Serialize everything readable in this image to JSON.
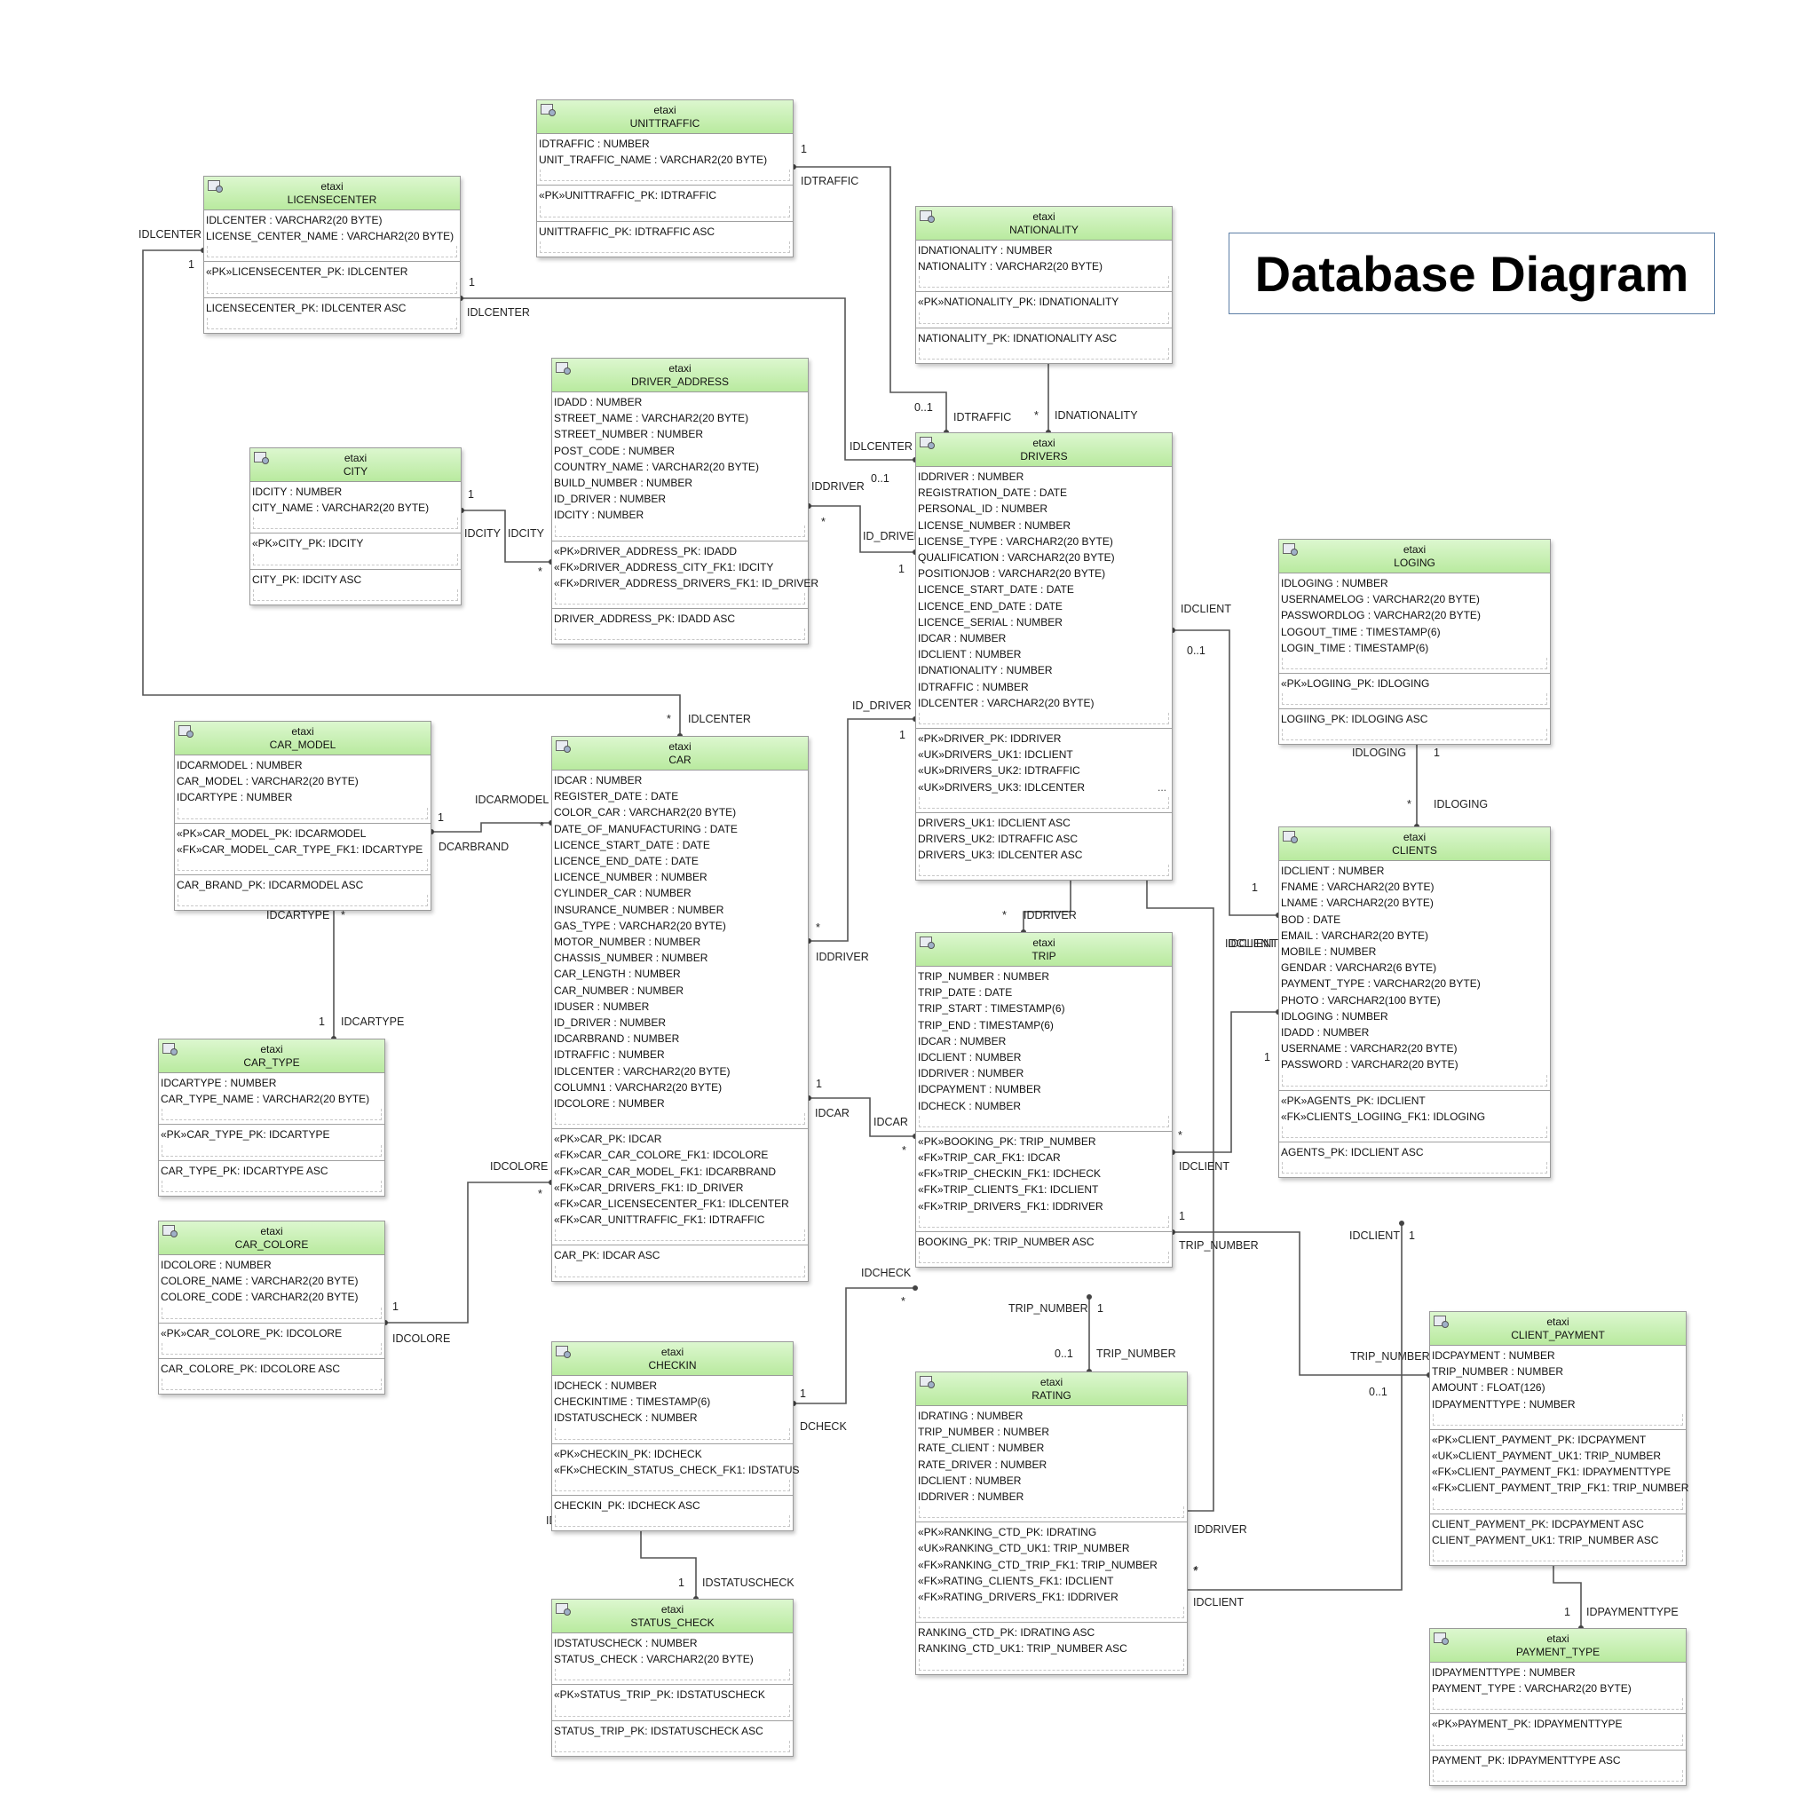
{
  "title": "Database Diagram",
  "colors": {
    "header_green": "#c6efb0",
    "border": "#9a9a9a",
    "title_border": "#5d7fa6"
  },
  "schema": "etaxi",
  "tables": [
    {
      "id": "unittraffic",
      "name": "UNITTRAFFIC",
      "columns": [
        "IDTRAFFIC : NUMBER",
        "UNIT_TRAFFIC_NAME : VARCHAR2(20 BYTE)"
      ],
      "keys": [
        "«PK»UNITTRAFFIC_PK: IDTRAFFIC"
      ],
      "indexes": [
        "UNITTRAFFIC_PK: IDTRAFFIC ASC"
      ]
    },
    {
      "id": "licensecenter",
      "name": "LICENSECENTER",
      "columns": [
        "IDLCENTER : VARCHAR2(20 BYTE)",
        "LICENSE_CENTER_NAME : VARCHAR2(20 BYTE)"
      ],
      "keys": [
        "«PK»LICENSECENTER_PK: IDLCENTER"
      ],
      "indexes": [
        "LICENSECENTER_PK: IDLCENTER ASC"
      ]
    },
    {
      "id": "nationality",
      "name": "NATIONALITY",
      "columns": [
        "IDNATIONALITY : NUMBER",
        "NATIONALITY : VARCHAR2(20 BYTE)"
      ],
      "keys": [
        "«PK»NATIONALITY_PK: IDNATIONALITY"
      ],
      "indexes": [
        "NATIONALITY_PK: IDNATIONALITY ASC"
      ]
    },
    {
      "id": "driver_address",
      "name": "DRIVER_ADDRESS",
      "columns": [
        "IDADD : NUMBER",
        "STREET_NAME : VARCHAR2(20 BYTE)",
        "STREET_NUMBER : NUMBER",
        "POST_CODE : NUMBER",
        "COUNTRY_NAME : VARCHAR2(20 BYTE)",
        "BUILD_NUMBER : NUMBER",
        "ID_DRIVER : NUMBER",
        "IDCITY : NUMBER"
      ],
      "keys": [
        "«PK»DRIVER_ADDRESS_PK: IDADD",
        "«FK»DRIVER_ADDRESS_CITY_FK1: IDCITY",
        "«FK»DRIVER_ADDRESS_DRIVERS_FK1: ID_DRIVER"
      ],
      "indexes": [
        "DRIVER_ADDRESS_PK: IDADD ASC"
      ]
    },
    {
      "id": "city",
      "name": "CITY",
      "columns": [
        "IDCITY : NUMBER",
        "CITY_NAME : VARCHAR2(20 BYTE)"
      ],
      "keys": [
        "«PK»CITY_PK: IDCITY"
      ],
      "indexes": [
        "CITY_PK: IDCITY ASC"
      ]
    },
    {
      "id": "drivers",
      "name": "DRIVERS",
      "columns": [
        "IDDRIVER : NUMBER",
        "REGISTRATION_DATE : DATE",
        "PERSONAL_ID : NUMBER",
        "LICENSE_NUMBER : NUMBER",
        "LICENSE_TYPE : VARCHAR2(20 BYTE)",
        "QUALIFICATION : VARCHAR2(20 BYTE)",
        "POSITIONJOB : VARCHAR2(20 BYTE)",
        "LICENCE_START_DATE : DATE",
        "LICENCE_END_DATE : DATE",
        "LICENCE_SERIAL : NUMBER",
        "IDCAR : NUMBER",
        "IDCLIENT : NUMBER",
        "IDNATIONALITY : NUMBER",
        "IDTRAFFIC : NUMBER",
        "IDLCENTER : VARCHAR2(20 BYTE)"
      ],
      "keys": [
        "«PK»DRIVER_PK: IDDRIVER",
        "«UK»DRIVERS_UK1: IDCLIENT",
        "«UK»DRIVERS_UK2: IDTRAFFIC",
        "«UK»DRIVERS_UK3: IDLCENTER"
      ],
      "indexes": [
        "DRIVERS_UK1: IDCLIENT ASC",
        "DRIVERS_UK2: IDTRAFFIC ASC",
        "DRIVERS_UK3: IDLCENTER ASC"
      ],
      "overflow": "..."
    },
    {
      "id": "loging",
      "name": "LOGING",
      "columns": [
        "IDLOGING : NUMBER",
        "USERNAMELOG : VARCHAR2(20 BYTE)",
        "PASSWORDLOG : VARCHAR2(20 BYTE)",
        "LOGOUT_TIME : TIMESTAMP(6)",
        "LOGIN_TIME : TIMESTAMP(6)"
      ],
      "keys": [
        "«PK»LOGIING_PK: IDLOGING"
      ],
      "indexes": [
        "LOGIING_PK: IDLOGING ASC"
      ]
    },
    {
      "id": "car_model",
      "name": "CAR_MODEL",
      "columns": [
        "IDCARMODEL : NUMBER",
        "CAR_MODEL : VARCHAR2(20 BYTE)",
        "IDCARTYPE : NUMBER"
      ],
      "keys": [
        "«PK»CAR_MODEL_PK: IDCARMODEL",
        "«FK»CAR_MODEL_CAR_TYPE_FK1: IDCARTYPE"
      ],
      "indexes": [
        "CAR_BRAND_PK: IDCARMODEL ASC"
      ]
    },
    {
      "id": "car",
      "name": "CAR",
      "columns": [
        "IDCAR : NUMBER",
        "REGISTER_DATE : DATE",
        "COLOR_CAR : VARCHAR2(20 BYTE)",
        "DATE_OF_MANUFACTURING : DATE",
        "LICENCE_START_DATE : DATE",
        "LICENCE_END_DATE : DATE",
        "LICENCE_NUMBER : NUMBER",
        "CYLINDER_CAR : NUMBER",
        "INSURANCE_NUMBER : NUMBER",
        "GAS_TYPE : VARCHAR2(20 BYTE)",
        "MOTOR_NUMBER : NUMBER",
        "CHASSIS_NUMBER : NUMBER",
        "CAR_LENGTH : NUMBER",
        "CAR_NUMBER : NUMBER",
        "IDUSER : NUMBER",
        "ID_DRIVER : NUMBER",
        "IDCARBRAND : NUMBER",
        "IDTRAFFIC : NUMBER",
        "IDLCENTER : VARCHAR2(20 BYTE)",
        "COLUMN1 : VARCHAR2(20 BYTE)",
        "IDCOLORE : NUMBER"
      ],
      "keys": [
        "«PK»CAR_PK: IDCAR",
        "«FK»CAR_CAR_COLORE_FK1: IDCOLORE",
        "«FK»CAR_CAR_MODEL_FK1: IDCARBRAND",
        "«FK»CAR_DRIVERS_FK1: ID_DRIVER",
        "«FK»CAR_LICENSECENTER_FK1: IDLCENTER",
        "«FK»CAR_UNITTRAFFIC_FK1: IDTRAFFIC"
      ],
      "indexes": [
        "CAR_PK: IDCAR ASC"
      ]
    },
    {
      "id": "clients",
      "name": "CLIENTS",
      "columns": [
        "IDCLIENT : NUMBER",
        "FNAME : VARCHAR2(20 BYTE)",
        "LNAME : VARCHAR2(20 BYTE)",
        "BOD : DATE",
        "EMAIL : VARCHAR2(20 BYTE)",
        "MOBILE : NUMBER",
        "GENDAR : VARCHAR2(6 BYTE)",
        "PAYMENT_TYPE : VARCHAR2(20 BYTE)",
        "PHOTO : VARCHAR2(100 BYTE)",
        "IDLOGING : NUMBER",
        "IDADD : NUMBER",
        "USERNAME : VARCHAR2(20 BYTE)",
        "PASSWORD : VARCHAR2(20 BYTE)"
      ],
      "keys": [
        "«PK»AGENTS_PK: IDCLIENT",
        "«FK»CLIENTS_LOGIING_FK1: IDLOGING"
      ],
      "indexes": [
        "AGENTS_PK: IDCLIENT ASC"
      ]
    },
    {
      "id": "trip",
      "name": "TRIP",
      "columns": [
        "TRIP_NUMBER : NUMBER",
        "TRIP_DATE : DATE",
        "TRIP_START : TIMESTAMP(6)",
        "TRIP_END : TIMESTAMP(6)",
        "IDCAR : NUMBER",
        "IDCLIENT : NUMBER",
        "IDDRIVER : NUMBER",
        "IDCPAYMENT : NUMBER",
        "IDCHECK : NUMBER"
      ],
      "keys": [
        "«PK»BOOKING_PK: TRIP_NUMBER",
        "«FK»TRIP_CAR_FK1: IDCAR",
        "«FK»TRIP_CHECKIN_FK1: IDCHECK",
        "«FK»TRIP_CLIENTS_FK1: IDCLIENT",
        "«FK»TRIP_DRIVERS_FK1: IDDRIVER"
      ],
      "indexes": [
        "BOOKING_PK: TRIP_NUMBER ASC"
      ]
    },
    {
      "id": "car_type",
      "name": "CAR_TYPE",
      "columns": [
        "IDCARTYPE : NUMBER",
        "CAR_TYPE_NAME : VARCHAR2(20 BYTE)"
      ],
      "keys": [
        "«PK»CAR_TYPE_PK: IDCARTYPE"
      ],
      "indexes": [
        "CAR_TYPE_PK: IDCARTYPE ASC"
      ]
    },
    {
      "id": "car_colore",
      "name": "CAR_COLORE",
      "columns": [
        "IDCOLORE : NUMBER",
        "COLORE_NAME : VARCHAR2(20 BYTE)",
        "COLORE_CODE : VARCHAR2(20 BYTE)"
      ],
      "keys": [
        "«PK»CAR_COLORE_PK: IDCOLORE"
      ],
      "indexes": [
        "CAR_COLORE_PK: IDCOLORE ASC"
      ]
    },
    {
      "id": "checkin",
      "name": "CHECKIN",
      "columns": [
        "IDCHECK : NUMBER",
        "CHECKINTIME : TIMESTAMP(6)",
        "IDSTATUSCHECK : NUMBER"
      ],
      "keys": [
        "«PK»CHECKIN_PK: IDCHECK",
        "«FK»CHECKIN_STATUS_CHECK_FK1: IDSTATUS"
      ],
      "indexes": [
        "CHECKIN_PK: IDCHECK ASC"
      ]
    },
    {
      "id": "rating",
      "name": "RATING",
      "columns": [
        "IDRATING : NUMBER",
        "TRIP_NUMBER : NUMBER",
        "RATE_CLIENT : NUMBER",
        "RATE_DRIVER : NUMBER",
        "IDCLIENT : NUMBER",
        "IDDRIVER : NUMBER"
      ],
      "keys": [
        "«PK»RANKING_CTD_PK: IDRATING",
        "«UK»RANKING_CTD_UK1: TRIP_NUMBER",
        "«FK»RANKING_CTD_TRIP_FK1: TRIP_NUMBER",
        "«FK»RATING_CLIENTS_FK1: IDCLIENT",
        "«FK»RATING_DRIVERS_FK1: IDDRIVER"
      ],
      "indexes": [
        "RANKING_CTD_PK: IDRATING ASC",
        "RANKING_CTD_UK1: TRIP_NUMBER ASC"
      ]
    },
    {
      "id": "client_payment",
      "name": "CLIENT_PAYMENT",
      "columns": [
        "IDCPAYMENT : NUMBER",
        "TRIP_NUMBER : NUMBER",
        "AMOUNT : FLOAT(126)",
        "IDPAYMENTTYPE : NUMBER"
      ],
      "keys": [
        "«PK»CLIENT_PAYMENT_PK: IDCPAYMENT",
        "«UK»CLIENT_PAYMENT_UK1: TRIP_NUMBER",
        "«FK»CLIENT_PAYMENT_FK1: IDPAYMENTTYPE",
        "«FK»CLIENT_PAYMENT_TRIP_FK1: TRIP_NUMBER"
      ],
      "indexes": [
        "CLIENT_PAYMENT_PK: IDCPAYMENT ASC",
        "CLIENT_PAYMENT_UK1: TRIP_NUMBER ASC"
      ]
    },
    {
      "id": "status_check",
      "name": "STATUS_CHECK",
      "columns": [
        "IDSTATUSCHECK : NUMBER",
        "STATUS_CHECK : VARCHAR2(20 BYTE)"
      ],
      "keys": [
        "«PK»STATUS_TRIP_PK: IDSTATUSCHECK"
      ],
      "indexes": [
        "STATUS_TRIP_PK: IDSTATUSCHECK ASC"
      ]
    },
    {
      "id": "payment_type",
      "name": "PAYMENT_TYPE",
      "columns": [
        "IDPAYMENTTYPE : NUMBER",
        "PAYMENT_TYPE : VARCHAR2(20 BYTE)"
      ],
      "keys": [
        "«PK»PAYMENT_PK: IDPAYMENTTYPE"
      ],
      "indexes": [
        "PAYMENT_PK: IDPAYMENTTYPE ASC"
      ]
    }
  ],
  "relations": [
    {
      "id": "rel-unittraffic-drivers",
      "labels": [
        "1",
        "IDTRAFFIC",
        "0..1",
        "IDTRAFFIC"
      ]
    },
    {
      "id": "rel-nationality-drivers",
      "labels": [
        "IDNATIONALITY",
        "1",
        "*",
        "IDNATIONALITY"
      ]
    },
    {
      "id": "rel-licensecenter-drivers",
      "labels": [
        "1",
        "IDLCENTER",
        "IDLCENTER",
        "0..1"
      ]
    },
    {
      "id": "rel-licensecenter-car",
      "labels": [
        "IDLCENTER",
        "1",
        "*",
        "IDLCENTER"
      ]
    },
    {
      "id": "rel-city-driver-address",
      "labels": [
        "1",
        "IDCITY",
        "IDCITY",
        "*"
      ]
    },
    {
      "id": "rel-drivers-driver-address",
      "labels": [
        "IDDRIVER",
        "*",
        "ID_DRIVER",
        "1"
      ]
    },
    {
      "id": "rel-drivers-car",
      "labels": [
        "ID_DRIVER",
        "1",
        "*",
        "IDDRIVER"
      ]
    },
    {
      "id": "rel-drivers-clients",
      "labels": [
        "IDCLIENT",
        "0..1",
        "1",
        "IDCLIENT"
      ]
    },
    {
      "id": "rel-loging-clients",
      "labels": [
        "IDLOGING",
        "1",
        "*",
        "IDLOGING"
      ]
    },
    {
      "id": "rel-carmodel-car",
      "labels": [
        "1",
        "IDCARMODEL",
        "*",
        "DCARBRAND"
      ]
    },
    {
      "id": "rel-cartype-carmodel",
      "labels": [
        "IDCARTYPE",
        "*",
        "1",
        "IDCARTYPE"
      ]
    },
    {
      "id": "rel-drivers-trip",
      "labels": [
        "IDDRIVER",
        "1",
        "*",
        "IDDRIVER"
      ]
    },
    {
      "id": "rel-drivers-rating",
      "labels": [
        "IDDRIVER",
        "1",
        "IDDRIVER",
        "*"
      ]
    },
    {
      "id": "rel-clients-trip",
      "labels": [
        "IDCLIENT",
        "1",
        "*",
        "IDCLIENT"
      ]
    },
    {
      "id": "rel-car-trip",
      "labels": [
        "1",
        "IDCAR",
        "IDCAR",
        "*"
      ]
    },
    {
      "id": "rel-colore-car",
      "labels": [
        "IDCOLORE",
        "*",
        "1",
        "IDCOLORE"
      ]
    },
    {
      "id": "rel-checkin-trip",
      "labels": [
        "IDCHECK",
        "*",
        "1",
        "DCHECK"
      ]
    },
    {
      "id": "rel-status-checkin",
      "labels": [
        "IDSTATUSCHECK",
        "*",
        "1",
        "IDSTATUSCHECK"
      ]
    },
    {
      "id": "rel-trip-rating",
      "labels": [
        "TRIP_NUMBER",
        "1",
        "0..1",
        "TRIP_NUMBER"
      ]
    },
    {
      "id": "rel-trip-client-payment",
      "labels": [
        "1",
        "TRIP_NUMBER",
        "TRIP_NUMBER",
        "0..1"
      ]
    },
    {
      "id": "rel-clients-rating",
      "labels": [
        "IDCLIENT",
        "1",
        "*",
        "IDCLIENT"
      ]
    },
    {
      "id": "rel-paymenttype-client-payment",
      "labels": [
        "IDPAYMENTTYPE",
        "*",
        "1",
        "IDPAYMENTTYPE"
      ]
    }
  ]
}
